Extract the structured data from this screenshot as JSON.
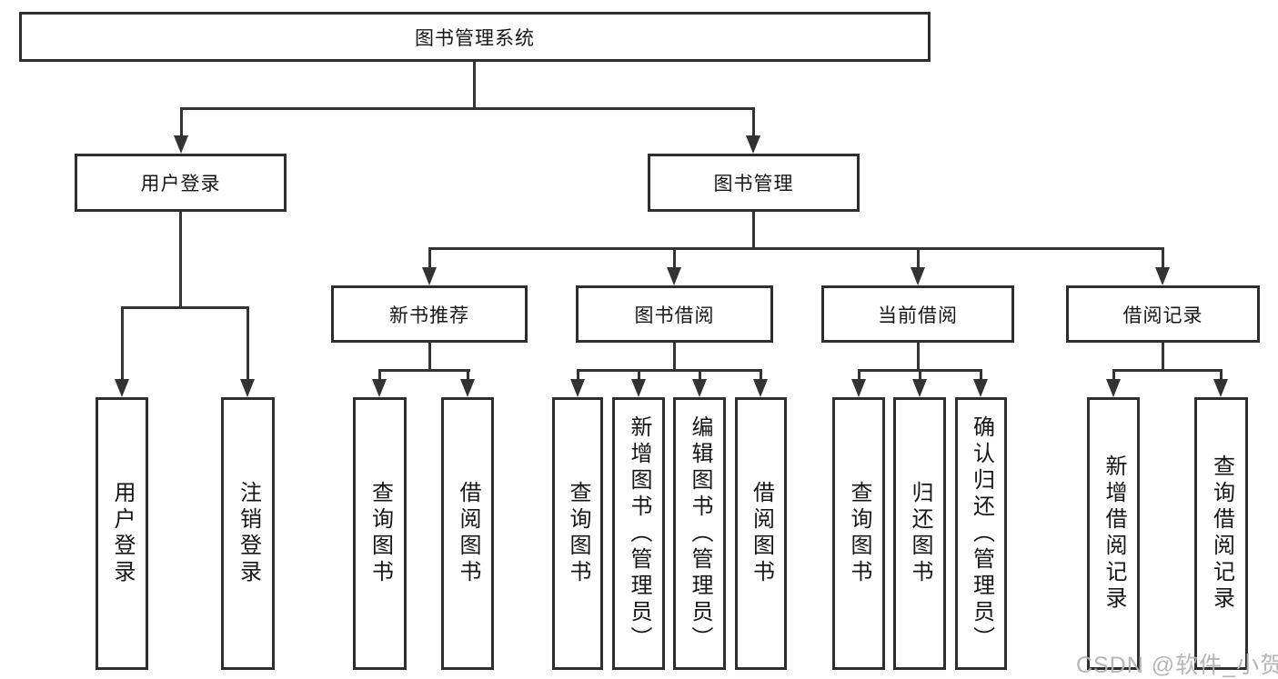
{
  "diagram_title": "图书管理系统",
  "tree": {
    "label": "图书管理系统",
    "children": [
      {
        "label": "用户登录",
        "children": [
          {
            "label": "用户登录"
          },
          {
            "label": "注销登录"
          }
        ]
      },
      {
        "label": "图书管理",
        "children": [
          {
            "label": "新书推荐",
            "children": [
              {
                "label": "查询图书"
              },
              {
                "label": "借阅图书"
              }
            ]
          },
          {
            "label": "图书借阅",
            "children": [
              {
                "label": "查询图书"
              },
              {
                "label": "新增图书（管理员）"
              },
              {
                "label": "编辑图书（管理员）"
              },
              {
                "label": "借阅图书"
              }
            ]
          },
          {
            "label": "当前借阅",
            "children": [
              {
                "label": "查询图书"
              },
              {
                "label": "归还图书"
              },
              {
                "label": "确认归还（管理员）"
              }
            ]
          },
          {
            "label": "借阅记录",
            "children": [
              {
                "label": "新增借阅记录"
              },
              {
                "label": "查询借阅记录"
              }
            ]
          }
        ]
      }
    ]
  },
  "watermark": {
    "text": "CSDN @软件_小贺同学"
  },
  "colors": {
    "line": "#333333",
    "box_border": "#2e2e2e",
    "text": "#161616",
    "watermark": "#b2b2b2",
    "background": "#ffffff"
  }
}
